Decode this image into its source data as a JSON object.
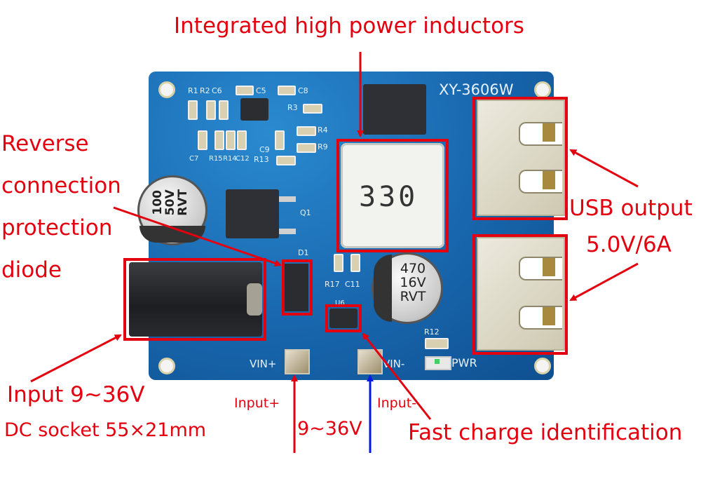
{
  "title": "Integrated high power inductors",
  "annotations": {
    "inductor": "Integrated high power inductors",
    "reverse_protection": [
      "Reverse",
      "connection",
      "protection",
      "diode"
    ],
    "input_dc": {
      "line1_label": "Input",
      "line1_value": "9~36V",
      "line2": "DC socket 55×21mm"
    },
    "usb_output": {
      "line1": "USB output",
      "line2": "5.0V/6A"
    },
    "input_plus": "Input+",
    "input_minus": "Input-",
    "input_voltage": "9~36V",
    "fast_charge": "Fast charge identification"
  },
  "board": {
    "model": "XY-3606W",
    "inductor_marking": "330",
    "cap_left": [
      "100",
      "50V",
      "RVT"
    ],
    "cap_right": [
      "470",
      "16V",
      "RVT"
    ],
    "silkscreen": {
      "vin_plus": "VIN+",
      "vin_minus": "VIN-",
      "pwr": "PWR",
      "refs": [
        "R1",
        "R2",
        "C6",
        "C5",
        "C8",
        "R3",
        "R4",
        "R9",
        "C9",
        "R13",
        "R15",
        "C7",
        "R14",
        "C12",
        "Q1",
        "D1",
        "R17",
        "C11",
        "U6",
        "R12"
      ]
    }
  },
  "colors": {
    "annotation_red": "#e3000f",
    "arrow_blue": "#0019e6",
    "pcb_blue": "#1a6db3"
  }
}
